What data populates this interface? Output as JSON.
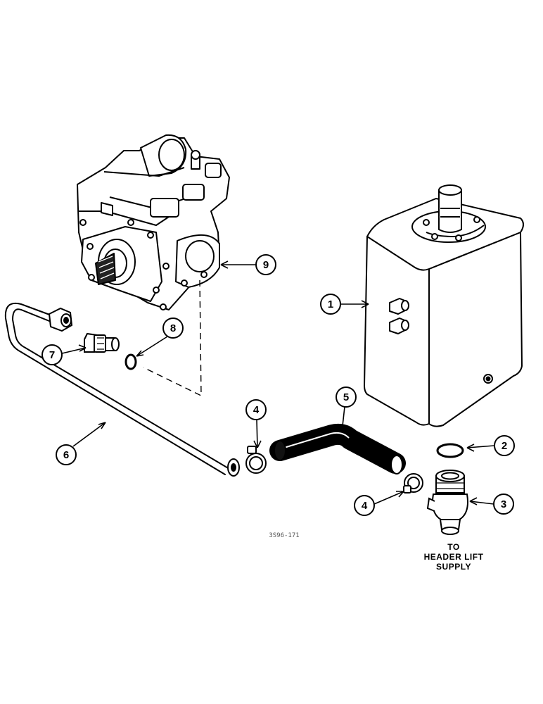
{
  "callouts": [
    {
      "id": "callout-1",
      "label": "1"
    },
    {
      "id": "callout-2",
      "label": "2"
    },
    {
      "id": "callout-3",
      "label": "3"
    },
    {
      "id": "callout-4a",
      "label": "4"
    },
    {
      "id": "callout-4b",
      "label": "4"
    },
    {
      "id": "callout-5",
      "label": "5"
    },
    {
      "id": "callout-6",
      "label": "6"
    },
    {
      "id": "callout-7",
      "label": "7"
    },
    {
      "id": "callout-8",
      "label": "8"
    },
    {
      "id": "callout-9",
      "label": "9"
    }
  ],
  "note": {
    "line1": "TO",
    "line2": "HEADER LIFT",
    "line3": "SUPPLY"
  },
  "drawing_id": "3S96-171"
}
